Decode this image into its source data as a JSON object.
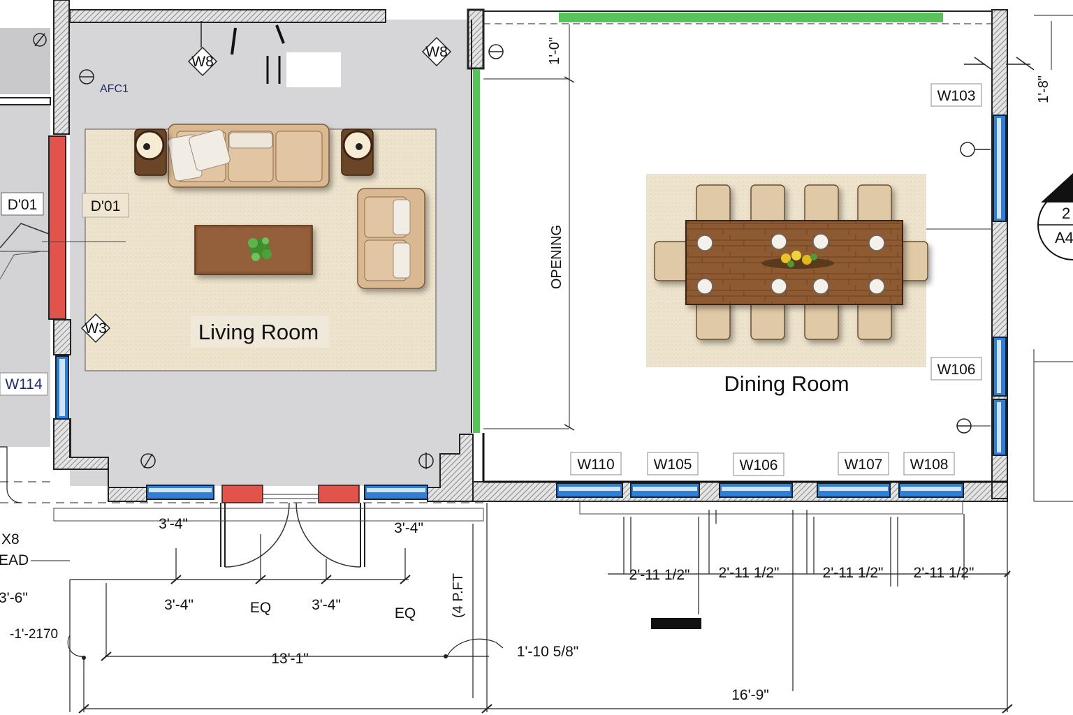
{
  "rooms": {
    "living": "Living Room",
    "dining": "Dining Room"
  },
  "tags": {
    "w8_left": "W8",
    "w8_right": "W8",
    "w3": "W3",
    "w114": "W114",
    "w103": "W103",
    "w106_side": "W106",
    "w110": "W110",
    "w105": "W105",
    "w106_bottom": "W106",
    "w107": "W107",
    "w108": "W108",
    "d01_left": "D'01",
    "d01_right": "D'01"
  },
  "annotations": {
    "afc": "AFC1",
    "opening": "OPENING",
    "dim_1_0": "1'-0\"",
    "dim_1_8": "1'-8\"",
    "x8": "X8",
    "ead": "EAD",
    "pft": "(4 P.FT"
  },
  "dimensions": {
    "win_left": "3'-4\"",
    "win_right": "3'-4\"",
    "seg1": "3'-4\"",
    "eq1": "EQ",
    "seg2": "3'-4\"",
    "eq2": "EQ",
    "left_3_6": "3'-6\"",
    "left_1_2170": "-1'-2170",
    "total_13_1": "13'-1\"",
    "offset": "1'-10 5/8\"",
    "total_16_9": "16'-9\"",
    "dw1": "2'-11 1/2\"",
    "dw2": "2'-11 1/2\"",
    "dw3": "2'-11 1/2\"",
    "dw4": "2'-11 1/2\""
  },
  "section_marker": {
    "number": "2",
    "sheet": "A4"
  },
  "colors": {
    "living_floor": "#d6d6d8",
    "dining_floor": "#ffffff",
    "wall_hatch": "#dcdcdc",
    "window_blue": "#2f7fd6",
    "door_red": "#e2544b",
    "opening_green": "#58c35a",
    "rug": "#efe5d0",
    "sofa": "#d9b892",
    "table_wood": "#8b5630"
  }
}
